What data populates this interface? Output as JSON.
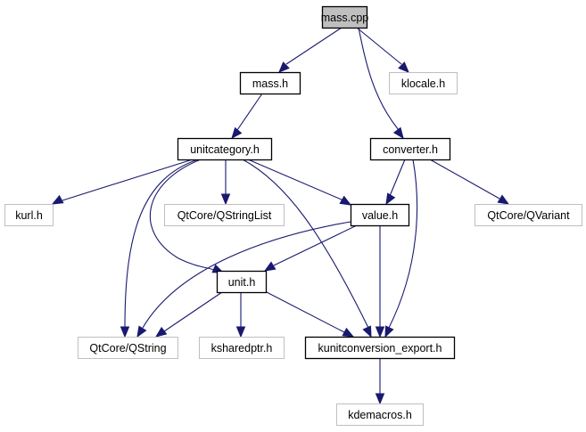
{
  "diagram": {
    "type": "include-dependency-graph",
    "colors": {
      "edge": "#191970",
      "root_fill": "#bfbfbf",
      "root_border": "#000000",
      "documented_border": "#000000",
      "external_border": "#bfbfbf",
      "node_fill": "#ffffff"
    },
    "nodes": [
      {
        "id": "mass_cpp",
        "label": "mass.cpp",
        "kind": "root"
      },
      {
        "id": "mass_h",
        "label": "mass.h",
        "kind": "documented"
      },
      {
        "id": "klocale_h",
        "label": "klocale.h",
        "kind": "external"
      },
      {
        "id": "unitcategory_h",
        "label": "unitcategory.h",
        "kind": "documented"
      },
      {
        "id": "converter_h",
        "label": "converter.h",
        "kind": "documented"
      },
      {
        "id": "kurl_h",
        "label": "kurl.h",
        "kind": "external"
      },
      {
        "id": "qstringlist",
        "label": "QtCore/QStringList",
        "kind": "external"
      },
      {
        "id": "value_h",
        "label": "value.h",
        "kind": "documented"
      },
      {
        "id": "qvariant",
        "label": "QtCore/QVariant",
        "kind": "external"
      },
      {
        "id": "unit_h",
        "label": "unit.h",
        "kind": "documented"
      },
      {
        "id": "qstring",
        "label": "QtCore/QString",
        "kind": "external"
      },
      {
        "id": "ksharedptr_h",
        "label": "ksharedptr.h",
        "kind": "external"
      },
      {
        "id": "kunitconversion_export_h",
        "label": "kunitconversion_export.h",
        "kind": "documented"
      },
      {
        "id": "kdemacros_h",
        "label": "kdemacros.h",
        "kind": "external"
      }
    ],
    "edges": [
      {
        "from": "mass_cpp",
        "to": "mass_h"
      },
      {
        "from": "mass_cpp",
        "to": "klocale_h"
      },
      {
        "from": "mass_cpp",
        "to": "converter_h"
      },
      {
        "from": "mass_h",
        "to": "unitcategory_h"
      },
      {
        "from": "unitcategory_h",
        "to": "kurl_h"
      },
      {
        "from": "unitcategory_h",
        "to": "qstringlist"
      },
      {
        "from": "unitcategory_h",
        "to": "value_h"
      },
      {
        "from": "unitcategory_h",
        "to": "unit_h"
      },
      {
        "from": "unitcategory_h",
        "to": "qstring"
      },
      {
        "from": "unitcategory_h",
        "to": "kunitconversion_export_h"
      },
      {
        "from": "converter_h",
        "to": "value_h"
      },
      {
        "from": "converter_h",
        "to": "qvariant"
      },
      {
        "from": "converter_h",
        "to": "kunitconversion_export_h"
      },
      {
        "from": "value_h",
        "to": "unit_h"
      },
      {
        "from": "value_h",
        "to": "qstring"
      },
      {
        "from": "value_h",
        "to": "kunitconversion_export_h"
      },
      {
        "from": "unit_h",
        "to": "qstring"
      },
      {
        "from": "unit_h",
        "to": "ksharedptr_h"
      },
      {
        "from": "unit_h",
        "to": "kunitconversion_export_h"
      },
      {
        "from": "kunitconversion_export_h",
        "to": "kdemacros_h"
      }
    ]
  }
}
